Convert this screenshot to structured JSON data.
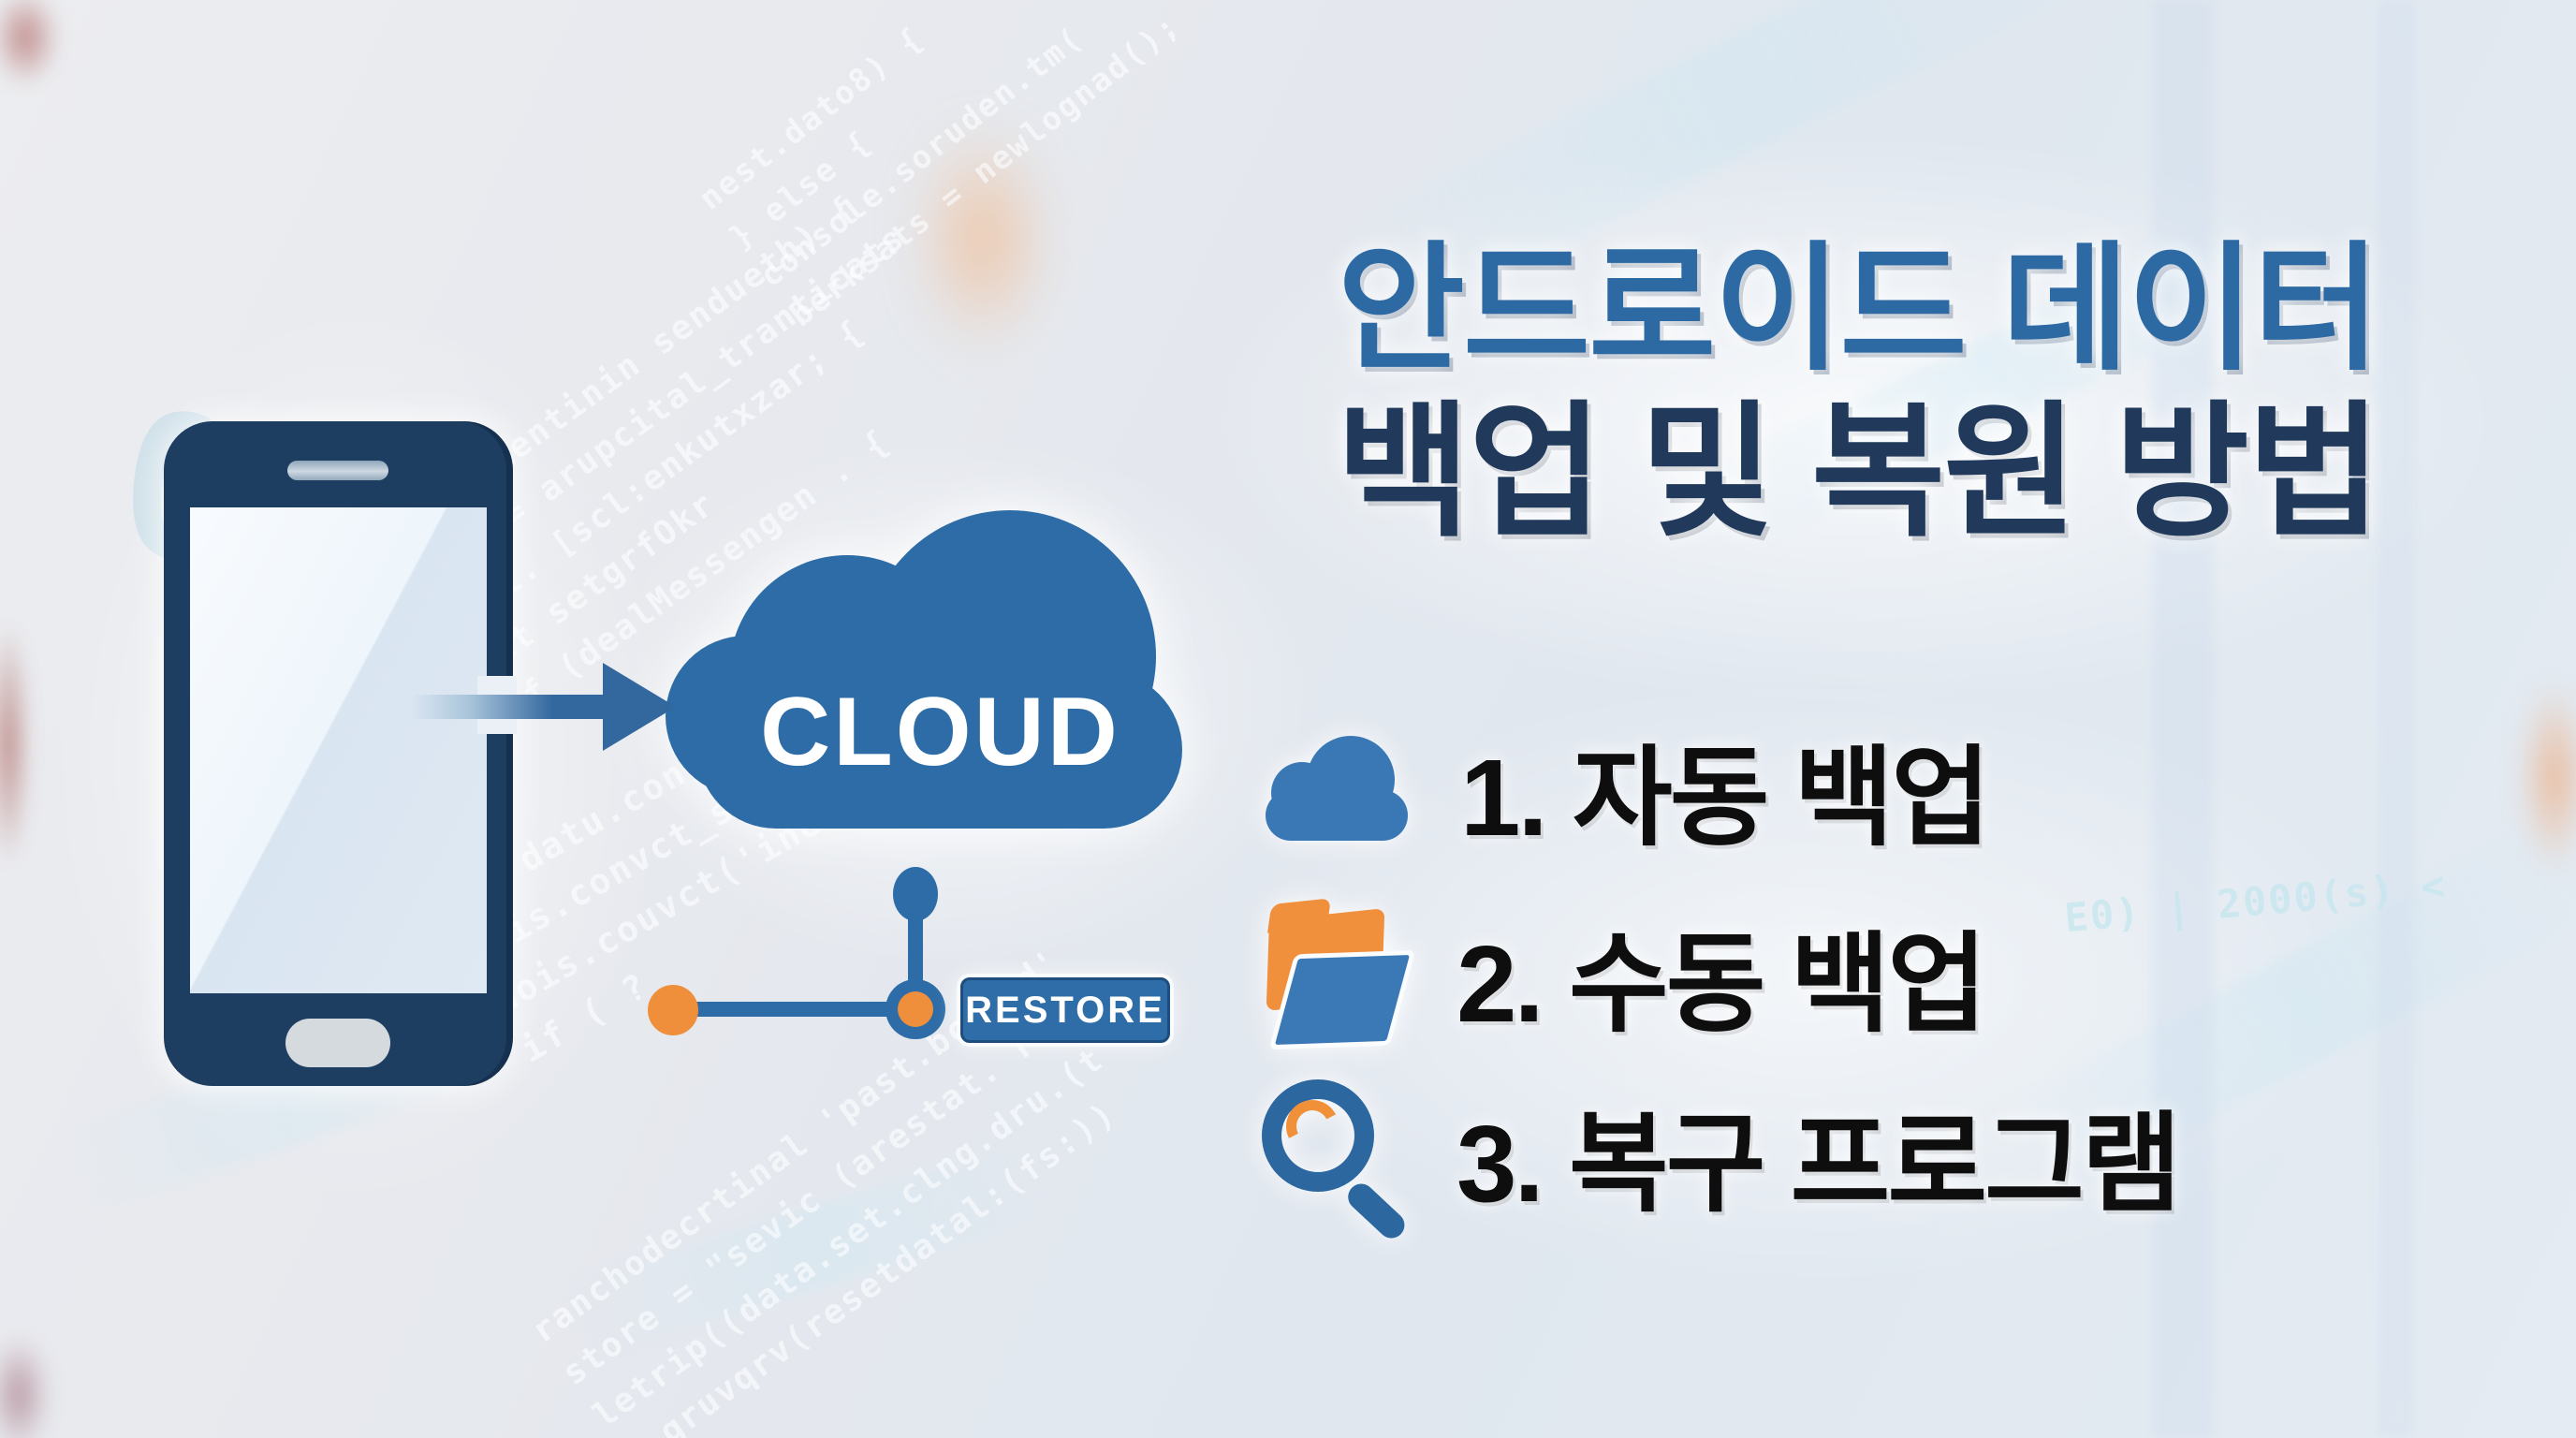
{
  "title": {
    "line1": "안드로이드 데이터",
    "line2": "백업 및 복원 방법"
  },
  "cloud": {
    "label": "CLOUD"
  },
  "restore": {
    "label": "RESTORE"
  },
  "list": {
    "items": [
      {
        "label": "1. 자동 백업",
        "icon": "cloud-icon"
      },
      {
        "label": "2. 수동 백업",
        "icon": "folder-icon"
      },
      {
        "label": "3. 복구 프로그램",
        "icon": "magnifier-icon"
      }
    ]
  },
  "colors": {
    "steel_blue": "#2e6ca7",
    "phone_navy": "#1d3e61",
    "title_blue": "#2d6aa4",
    "title_navy": "#213a5b",
    "orange": "#ef8f3b",
    "list_text": "#0e0e0e"
  },
  "background": {
    "code_snippets": [
      {
        "text": "nest.dato8) {\n} else {\n   console.soruden.tm(\nberksats = newlognad();"
      },
      {
        "text": "exportMentinin sendueth) {\n  arth = arupcital_tranticats\nlent. [scl:enkutxzar; {\n  let setgrfOkr\n  if  (dealMessengen . {"
      },
      {
        "text": "var datu.context =\ndois.convct_sxu(ist.lze\ndois.couvct('inestmessage),\nif ( ?"
      },
      {
        "text": "ranchodecrtinal 'past.bc.fwd'\nstore = \"sevic (arestat. ranz\nletrip((data.set.clng.dru.(t\nf gruvqrv(resetdatal:(fs:))"
      },
      {
        "text": "E0) | 2000(s) <"
      }
    ],
    "glyphs": {
      "zero": "0",
      "three": "3"
    }
  }
}
